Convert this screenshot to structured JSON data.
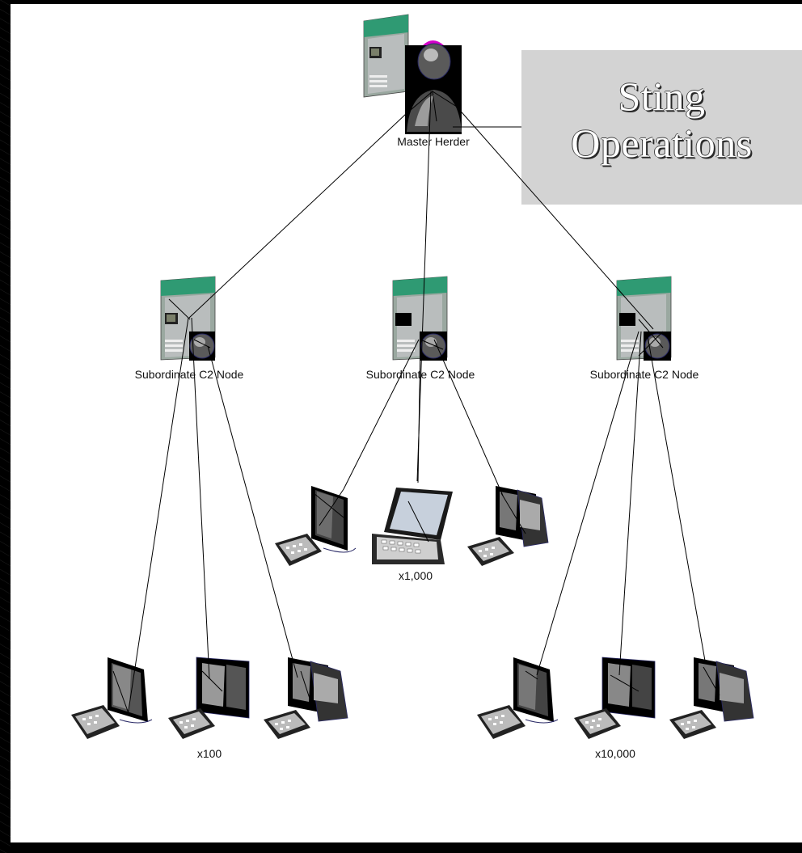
{
  "diagram": {
    "master": {
      "label": "Master Herder"
    },
    "callout": {
      "lines": [
        "Sting",
        "Operations"
      ]
    },
    "c2_nodes": [
      {
        "label": "Subordinate C2 Node"
      },
      {
        "label": "Subordinate C2 Node"
      },
      {
        "label": "Subordinate C2 Node"
      }
    ],
    "groups": [
      {
        "count_label": "x100"
      },
      {
        "count_label": "x1,000"
      },
      {
        "count_label": "x10,000"
      }
    ]
  }
}
